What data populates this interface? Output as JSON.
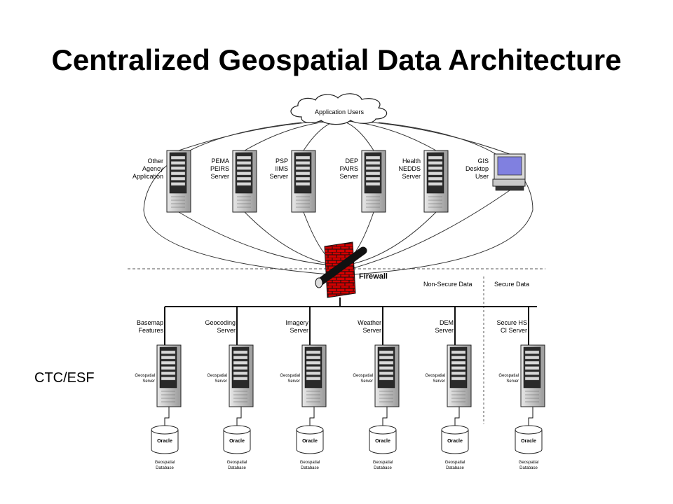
{
  "title": "Centralized Geospatial Data Architecture",
  "side_label": "CTC/ESF",
  "cloud": {
    "label": "Application Users"
  },
  "upper_nodes": [
    {
      "label": "Other\nAgency\nApplication",
      "kind": "server",
      "icon": "server-icon"
    },
    {
      "label": "PEMA\nPEIRS\nServer",
      "kind": "server",
      "icon": "server-icon"
    },
    {
      "label": "PSP\nIIMS\nServer",
      "kind": "server",
      "icon": "server-icon"
    },
    {
      "label": "DEP\nPAIRS\nServer",
      "kind": "server",
      "icon": "server-icon"
    },
    {
      "label": "Health\nNEDDS\nServer",
      "kind": "server",
      "icon": "server-icon"
    },
    {
      "label": "GIS\nDesktop\nUser",
      "kind": "desktop",
      "icon": "desktop-computer-icon"
    }
  ],
  "firewall": {
    "label": "Firewall",
    "icon": "firewall-icon",
    "color": "#cc0000"
  },
  "zones": {
    "non_secure": "Non-Secure Data",
    "secure": "Secure Data"
  },
  "lower_nodes": [
    {
      "label": "Basemap\nFeatures",
      "server_label": "Geospatial\nServer",
      "db_label": "Oracle",
      "db_caption": "Geospatial\nDatabase"
    },
    {
      "label": "Geocoding\nServer",
      "server_label": "Geospatial\nServer",
      "db_label": "Oracle",
      "db_caption": "Geospatial\nDatabase"
    },
    {
      "label": "Imagery\nServer",
      "server_label": "Geospatial\nServer",
      "db_label": "Oracle",
      "db_caption": "Geospatial\nDatabase"
    },
    {
      "label": "Weather\nServer",
      "server_label": "Geospatial\nServer",
      "db_label": "Oracle",
      "db_caption": "Geospatial\nDatabase"
    },
    {
      "label": "DEM\nServer",
      "server_label": "Geospatial\nServer",
      "db_label": "Oracle",
      "db_caption": "Geospatial\nDatabase"
    },
    {
      "label": "Secure HS\nCI Server",
      "server_label": "Geospatial\nServer",
      "db_label": "Oracle",
      "db_caption": "Geospatial\nDatabase"
    }
  ]
}
